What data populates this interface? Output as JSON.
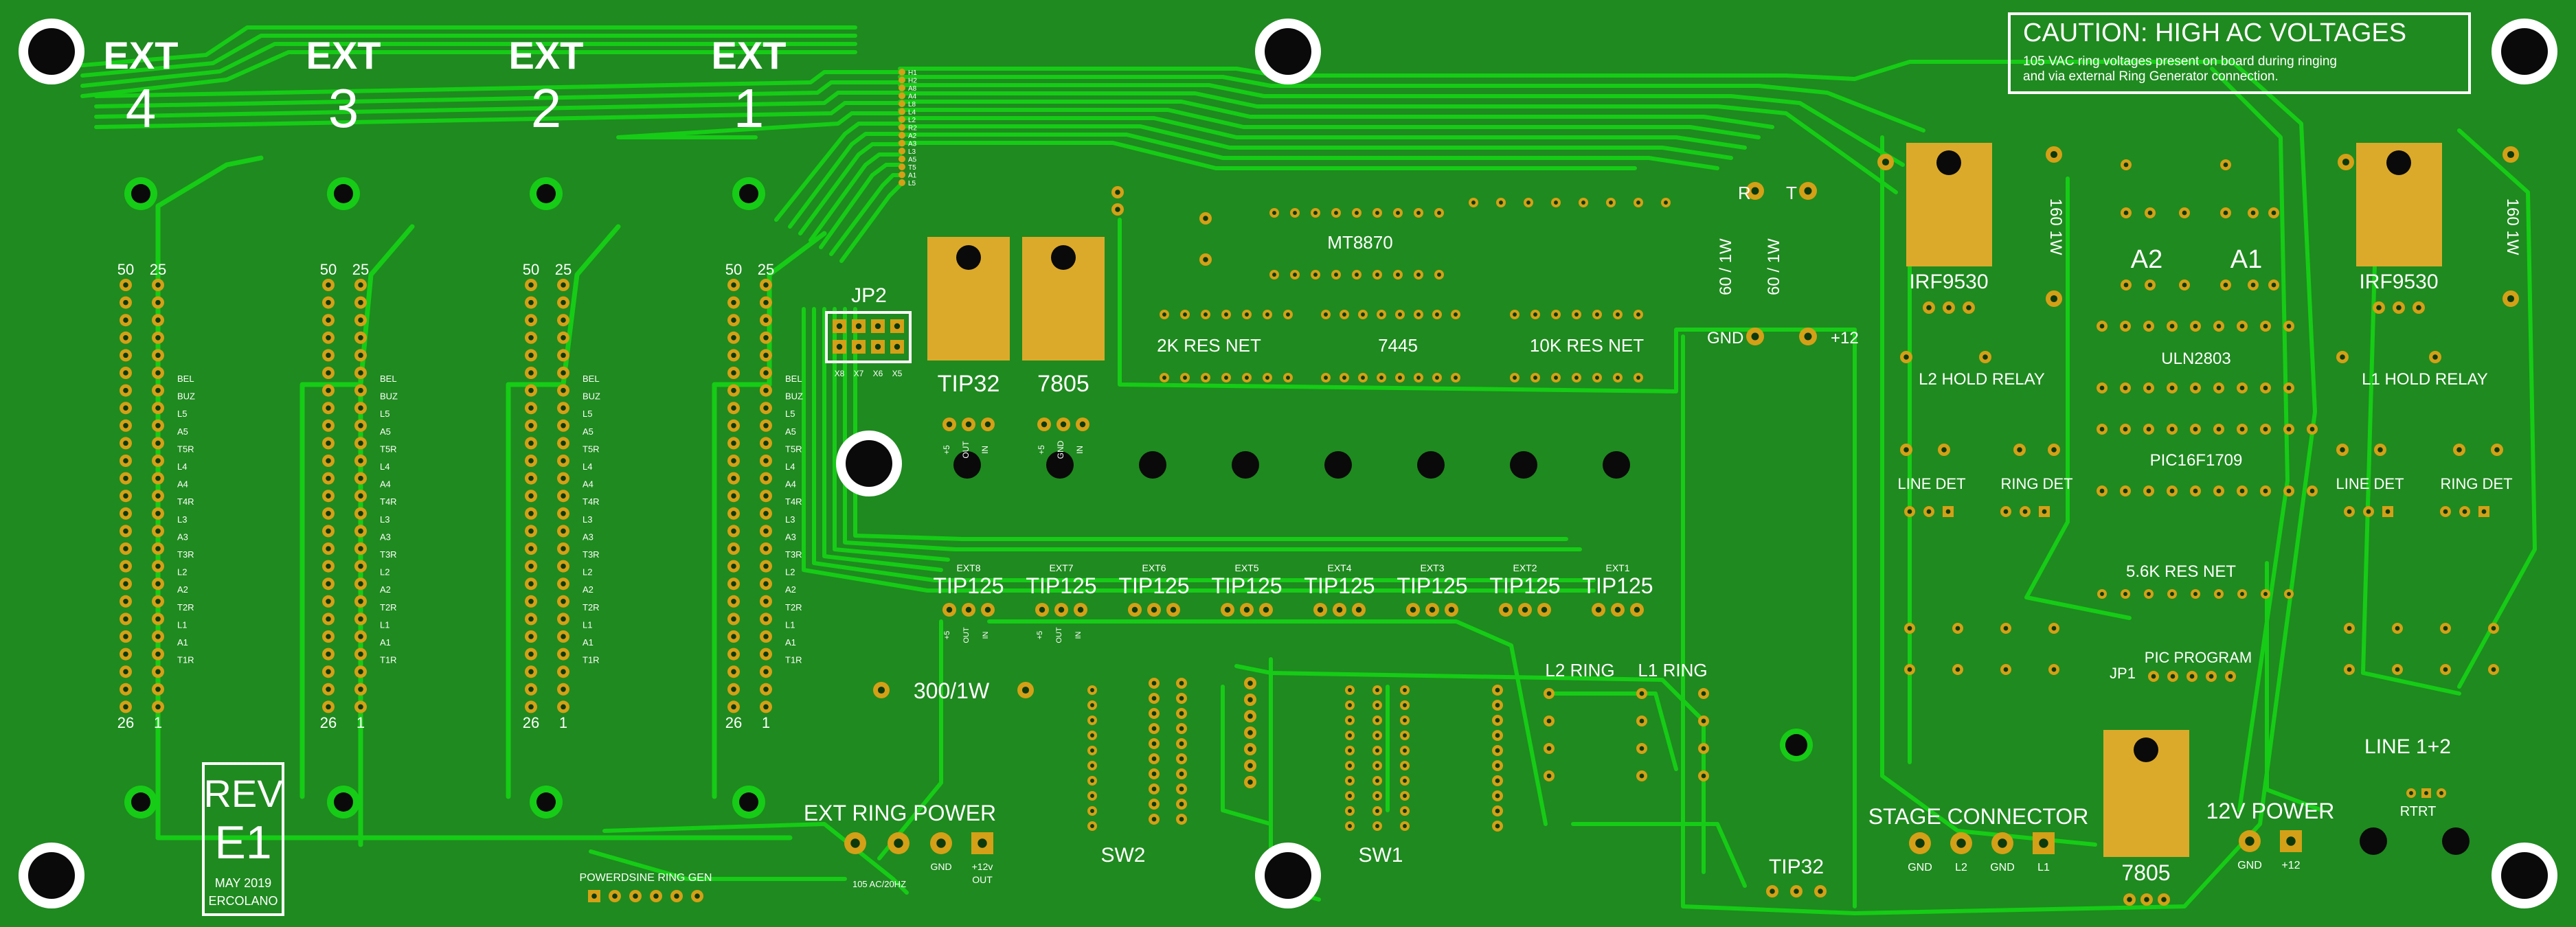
{
  "board": {
    "colors": {
      "substrate": "#1f8a1f",
      "trace": "#16cc16",
      "silk": "#ffffff",
      "pad": "#d4a017",
      "hole": "#0a0a0a"
    },
    "caution": {
      "title": "CAUTION: HIGH AC VOLTAGES",
      "line1": "105 VAC ring voltages present on board during ringing",
      "line2": "and via external Ring Generator connection."
    },
    "ext_headers": [
      {
        "label": "EXT",
        "num": "4"
      },
      {
        "label": "EXT",
        "num": "3"
      },
      {
        "label": "EXT",
        "num": "2"
      },
      {
        "label": "EXT",
        "num": "1"
      }
    ],
    "connector_pin_top": [
      "50",
      "25"
    ],
    "connector_pin_bottom": [
      "26",
      "1"
    ],
    "connector_labels": [
      "BEL",
      "BUZ",
      "L5",
      "A5",
      "T5R",
      "L4",
      "A4",
      "T4R",
      "L3",
      "A3",
      "T3R",
      "L2",
      "A2",
      "T2R",
      "L1",
      "A1",
      "T1R"
    ],
    "bus_labels": [
      "H1",
      "H2",
      "A8",
      "A4",
      "L8",
      "L4",
      "L2",
      "R2",
      "A2",
      "A3",
      "L3",
      "A5",
      "T5",
      "A1",
      "L5"
    ],
    "jp2": {
      "title": "JP2",
      "pins": [
        "X8",
        "X7",
        "X6",
        "X5"
      ]
    },
    "regulators": [
      {
        "name": "TIP32",
        "pins": [
          "+5",
          "OUT",
          "IN"
        ]
      },
      {
        "name": "7805",
        "pins": [
          "+5",
          "GND",
          "IN"
        ]
      }
    ],
    "ics": {
      "mt8870": "MT8870",
      "res_2k": "2K RES NET",
      "ic7445": "7445",
      "res_10k": "10K RES NET",
      "uln2803": "ULN2803",
      "pic": "PIC16F1709",
      "res_56k": "5.6K RES NET",
      "pic_program": "PIC PROGRAM",
      "jp1": "JP1"
    },
    "phone_pins": {
      "r": "R",
      "t": "T",
      "gnd": "GND",
      "v12": "+12",
      "r60_1": "60 / 1W",
      "r60_2": "60 / 1W"
    },
    "tip125": [
      {
        "ext": "EXT8",
        "name": "TIP125"
      },
      {
        "ext": "EXT7",
        "name": "TIP125"
      },
      {
        "ext": "EXT6",
        "name": "TIP125"
      },
      {
        "ext": "EXT5",
        "name": "TIP125"
      },
      {
        "ext": "EXT4",
        "name": "TIP125"
      },
      {
        "ext": "EXT3",
        "name": "TIP125"
      },
      {
        "ext": "EXT2",
        "name": "TIP125"
      },
      {
        "ext": "EXT1",
        "name": "TIP125"
      }
    ],
    "tip125_pins": [
      "+5",
      "OUT",
      "IN"
    ],
    "resistor_300": "300/1W",
    "ring_labels": {
      "l2": "L2 RING",
      "l1": "L1 RING"
    },
    "switches": {
      "sw1": "SW1",
      "sw2": "SW2"
    },
    "ext_ring": {
      "title": "EXT RING POWER",
      "ac": "105 AC/20HZ",
      "gnd": "GND",
      "v12": "+12v",
      "out": "OUT",
      "powerdsine": "POWERDSINE RING GEN"
    },
    "tip32_b": "TIP32",
    "stage": {
      "title": "STAGE CONNECTOR",
      "pins": [
        "GND",
        "L2",
        "GND",
        "L1"
      ]
    },
    "reg_7805_b": "7805",
    "power12": {
      "title": "12V POWER",
      "pins": [
        "GND",
        "+12"
      ]
    },
    "right_section": {
      "irf_l": "IRF9530",
      "irf_r": "IRF9530",
      "l2_hold": "L2 HOLD RELAY",
      "l1_hold": "L1 HOLD RELAY",
      "a2": "A2",
      "a1": "A1",
      "line_det_l": "LINE DET",
      "ring_det_l": "RING DET",
      "line_det_r": "LINE DET",
      "ring_det_r": "RING DET",
      "r160_l": "160 1W",
      "r160_r": "160 1W",
      "line12": "LINE 1+2",
      "rtrt": "RTRT"
    },
    "rev": {
      "rev": "REV",
      "ver": "E1",
      "date": "MAY 2019",
      "author": "ERCOLANO"
    }
  }
}
